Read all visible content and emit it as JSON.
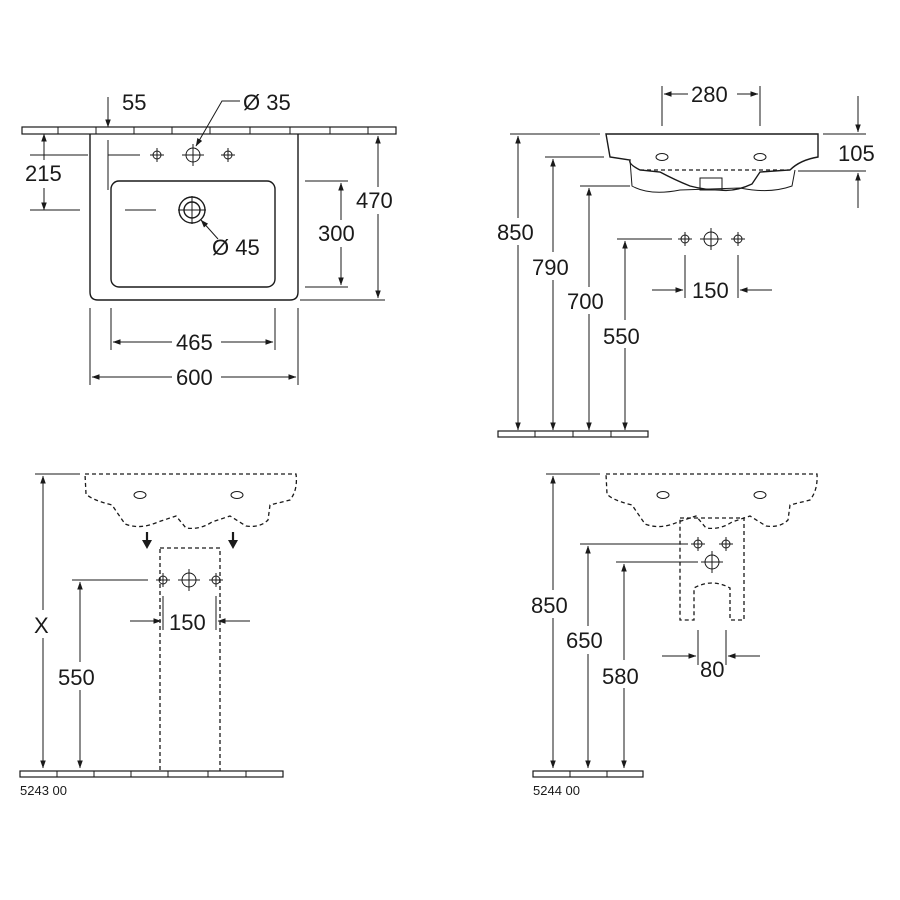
{
  "top_left": {
    "d55": "55",
    "d35": "Ø 35",
    "d215": "215",
    "d470": "470",
    "d300": "300",
    "d45": "Ø 45",
    "d465": "465",
    "d600": "600"
  },
  "top_right": {
    "d280": "280",
    "d105": "105",
    "d850": "850",
    "d790": "790",
    "d700": "700",
    "d550": "550",
    "d150": "150"
  },
  "bottom_left": {
    "dX": "X",
    "d550": "550",
    "d150": "150",
    "code": "5243 00"
  },
  "bottom_right": {
    "d850": "850",
    "d650": "650",
    "d580": "580",
    "d80": "80",
    "code": "5244 00"
  }
}
